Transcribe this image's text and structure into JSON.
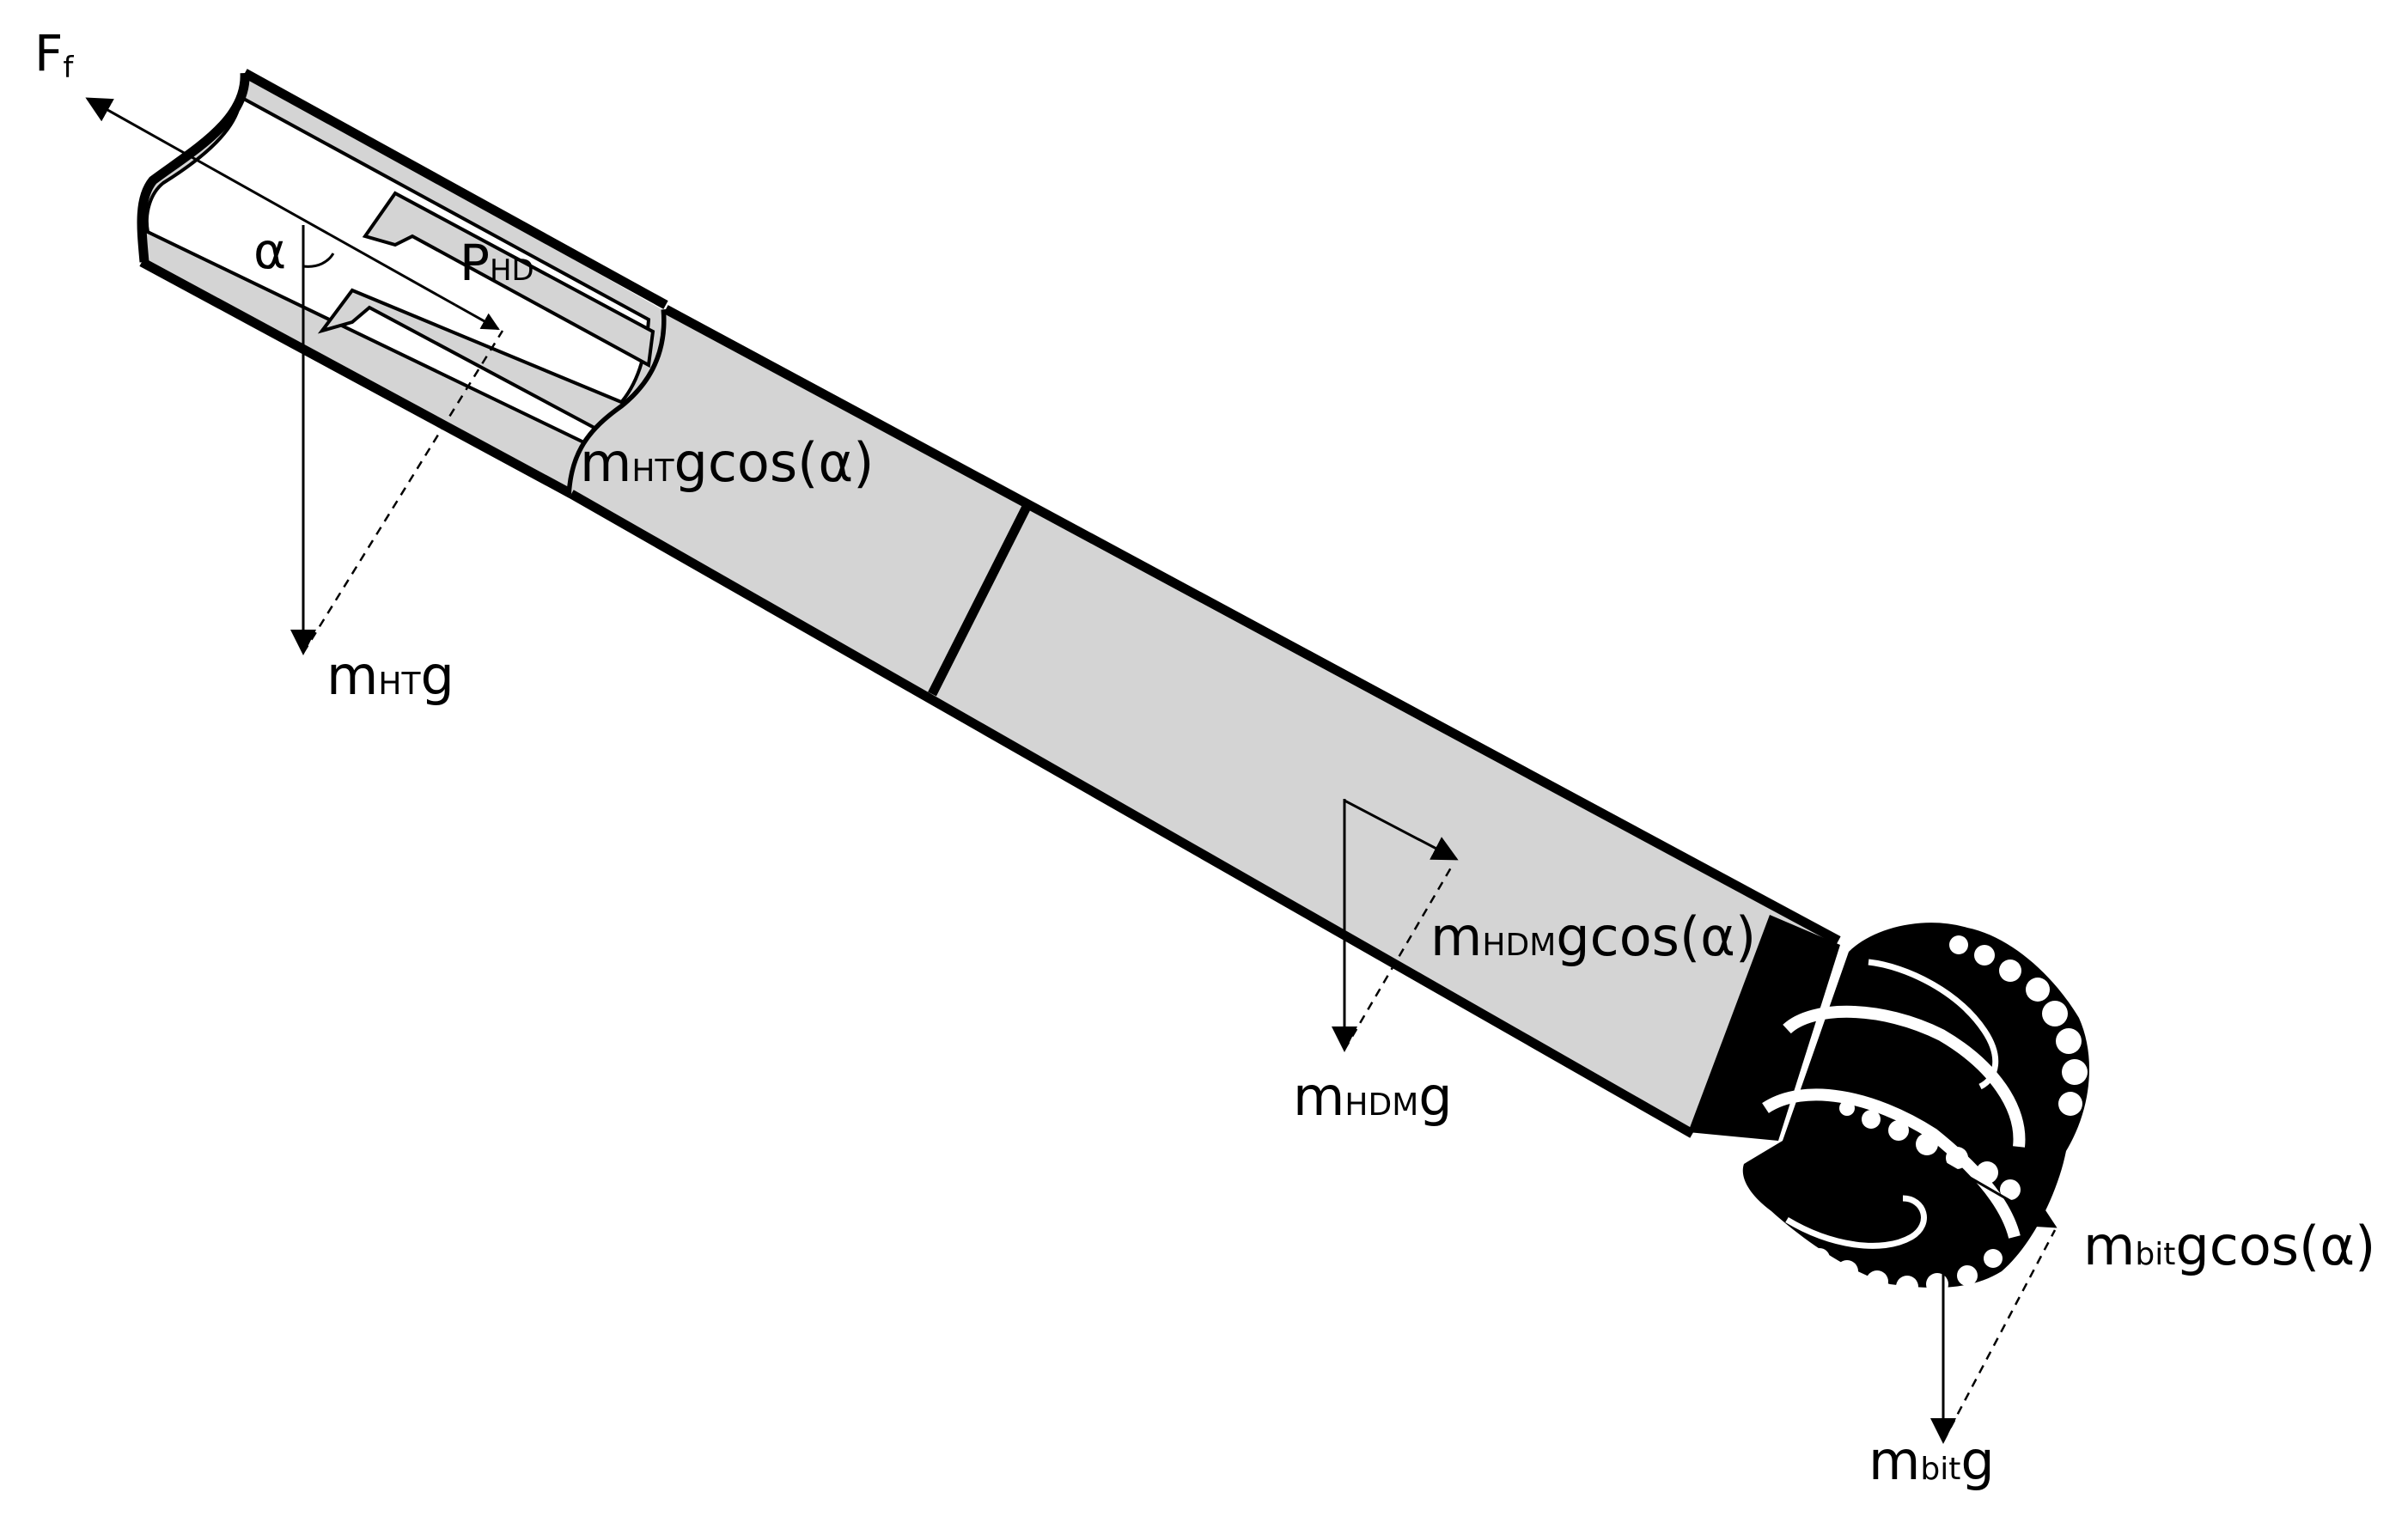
{
  "labels": {
    "friction_force": {
      "main": "F",
      "sub": "f"
    },
    "angle": "α",
    "hd_pressure": {
      "main": "P",
      "sub": "HD"
    },
    "ht_cos": {
      "main": "m",
      "sub": "HT",
      "rest": "gcos(α)"
    },
    "ht_weight": {
      "main": "m",
      "sub": "HT",
      "rest": "g"
    },
    "hdm_cos": {
      "main": "m",
      "sub": "HDM",
      "rest": "gcos(α)"
    },
    "hdm_weight": {
      "main": "m",
      "sub": "HDM",
      "rest": "g"
    },
    "bit_cos": {
      "main": "m",
      "sub": "bit",
      "rest": "gcos(α)"
    },
    "bit_weight": {
      "main": "m",
      "sub": "bit",
      "rest": "g"
    }
  },
  "colors": {
    "body_fill": "#d4d4d4",
    "outline": "#000000",
    "bit_fill": "#000000",
    "cutter_fill": "#ffffff"
  }
}
